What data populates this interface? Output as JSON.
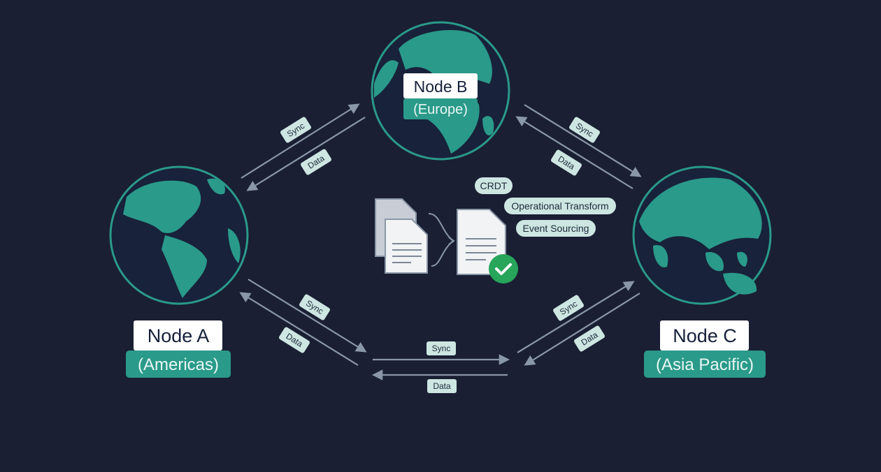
{
  "nodes": {
    "a": {
      "name": "Node A",
      "region": "(Americas)"
    },
    "b": {
      "name": "Node B",
      "region": "(Europe)"
    },
    "c": {
      "name": "Node C",
      "region": "(Asia Pacific)"
    }
  },
  "links": {
    "sync": "Sync",
    "data": "Data"
  },
  "techniques": [
    "CRDT",
    "Operational Transform",
    "Event Sourcing"
  ],
  "colors": {
    "background": "#1a1f33",
    "teal": "#2a9a8a",
    "tag": "#cde6e2",
    "arrow": "#8a97a8",
    "check": "#27a55a"
  }
}
